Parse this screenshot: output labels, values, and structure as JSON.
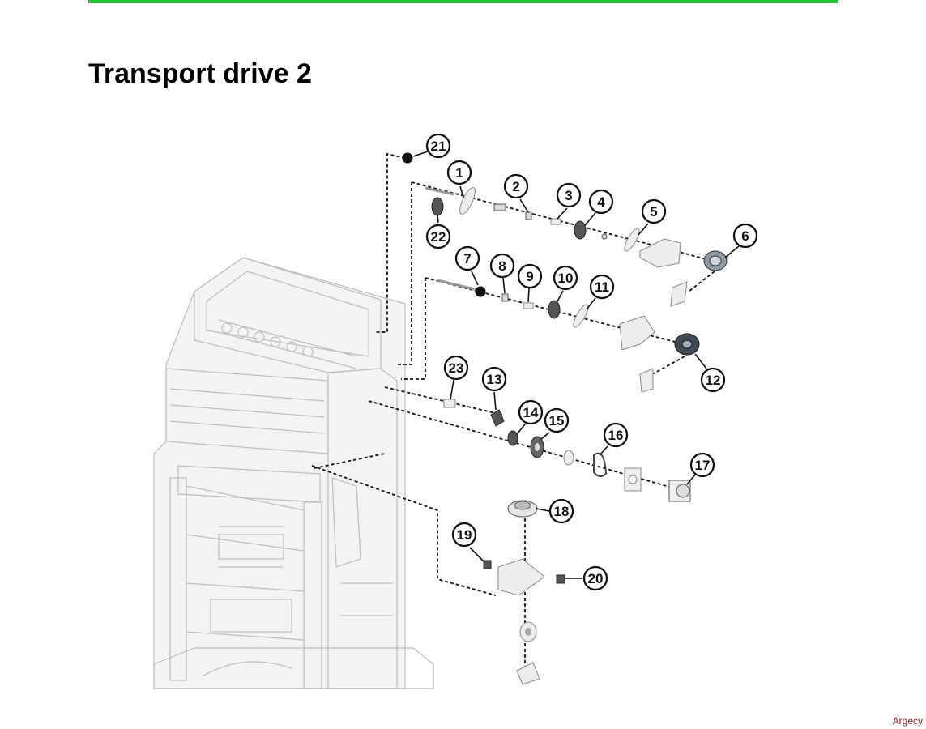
{
  "page": {
    "title": "Transport drive 2",
    "accent_color": "#22c232",
    "watermark": "Argecy"
  },
  "callouts": [
    {
      "id": "c1",
      "label": "1"
    },
    {
      "id": "c2",
      "label": "2"
    },
    {
      "id": "c3",
      "label": "3"
    },
    {
      "id": "c4",
      "label": "4"
    },
    {
      "id": "c5",
      "label": "5"
    },
    {
      "id": "c6",
      "label": "6"
    },
    {
      "id": "c7",
      "label": "7"
    },
    {
      "id": "c8",
      "label": "8"
    },
    {
      "id": "c9",
      "label": "9"
    },
    {
      "id": "c10",
      "label": "10"
    },
    {
      "id": "c11",
      "label": "11"
    },
    {
      "id": "c12",
      "label": "12"
    },
    {
      "id": "c13",
      "label": "13"
    },
    {
      "id": "c14",
      "label": "14"
    },
    {
      "id": "c15",
      "label": "15"
    },
    {
      "id": "c16",
      "label": "16"
    },
    {
      "id": "c17",
      "label": "17"
    },
    {
      "id": "c18",
      "label": "18"
    },
    {
      "id": "c19",
      "label": "19"
    },
    {
      "id": "c20",
      "label": "20"
    },
    {
      "id": "c21",
      "label": "21"
    },
    {
      "id": "c22",
      "label": "22"
    },
    {
      "id": "c23",
      "label": "23"
    }
  ]
}
